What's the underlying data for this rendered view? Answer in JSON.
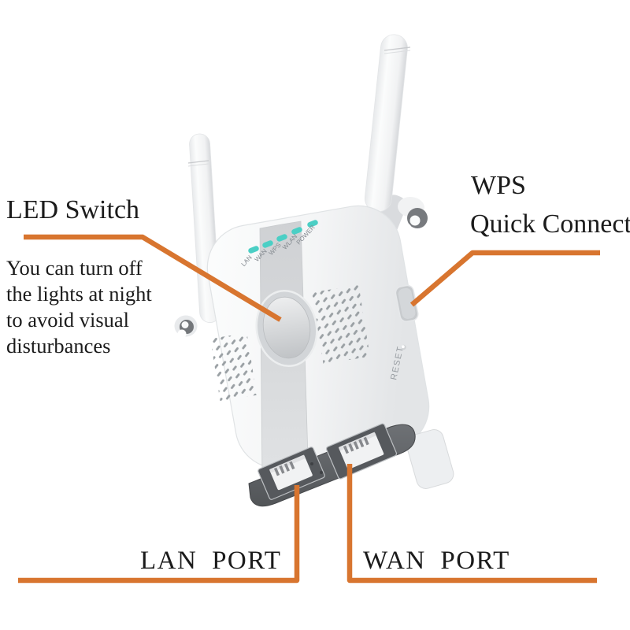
{
  "page": {
    "background": "#ffffff",
    "accent_color": "#D8752F"
  },
  "annotations": {
    "led_switch": {
      "title": "LED Switch",
      "desc_lines": [
        "You can turn off",
        "the lights at night",
        "to avoid visual",
        "disturbances"
      ]
    },
    "wps": {
      "line1": "WPS",
      "line2": "Quick Connect"
    },
    "lan_port_label": "LAN PORT",
    "wan_port_label": "WAN PORT"
  },
  "device": {
    "led_labels": [
      "LAN",
      "WAN",
      "WPS",
      "WLAN",
      "POWER"
    ],
    "led_color": "#4BCFC5",
    "reset_label": "RESET"
  }
}
